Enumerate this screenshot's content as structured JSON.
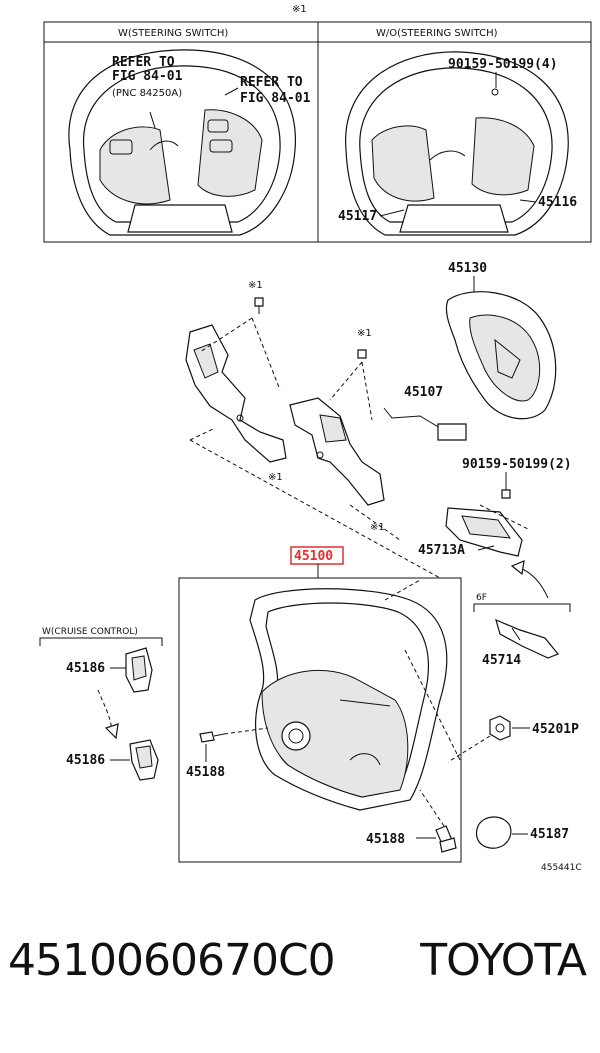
{
  "note_mark": "※1",
  "panels": {
    "left_title": "W(STEERING SWITCH)",
    "right_title": "W/O(STEERING SWITCH)",
    "refer1_line1": "REFER TO",
    "refer1_line2": "FIG 84-01",
    "refer1_line3": "(PNC 84250A)",
    "refer2_line1": "REFER TO",
    "refer2_line2": "FIG 84-01",
    "right_screw": "90159-50199(4)",
    "right_45117": "45117",
    "right_45116": "45116"
  },
  "parts": {
    "p45130": "45130",
    "p45107": "45107",
    "p90159_2": "90159-50199(2)",
    "p45713A": "45713A",
    "p45100": "45100",
    "p6F": "6F",
    "p45714": "45714",
    "cruise_title": "W(CRUISE CONTROL)",
    "p45186a": "45186",
    "p45186b": "45186",
    "p45201P": "45201P",
    "p45188a": "45188",
    "p45188b": "45188",
    "p45187": "45187",
    "diagram_code": "455441C"
  },
  "highlight_color": "#e03030",
  "footer": {
    "part_number": "4510060670C0",
    "brand": "TOYOTA"
  }
}
